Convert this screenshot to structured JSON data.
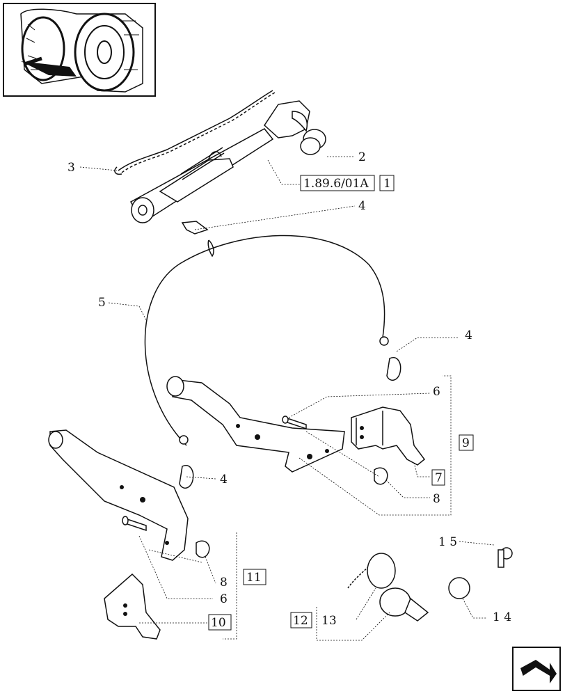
{
  "labels": {
    "l1": "1",
    "l2": "2",
    "l3": "3",
    "l4a": "4",
    "l4b": "4",
    "l4c": "4",
    "l5": "5",
    "l6a": "6",
    "l6b": "6",
    "l7": "7",
    "l8a": "8",
    "l8b": "8",
    "l9": "9",
    "l10": "10",
    "l11": "11",
    "l12": "12",
    "l13": "13",
    "l14": "1 4",
    "l15": "1 5",
    "ref": "1.89.6/01A"
  },
  "icons": {
    "thumbnail": "tractor-thumbnail-icon",
    "nav": "next-page-arrow-icon"
  }
}
